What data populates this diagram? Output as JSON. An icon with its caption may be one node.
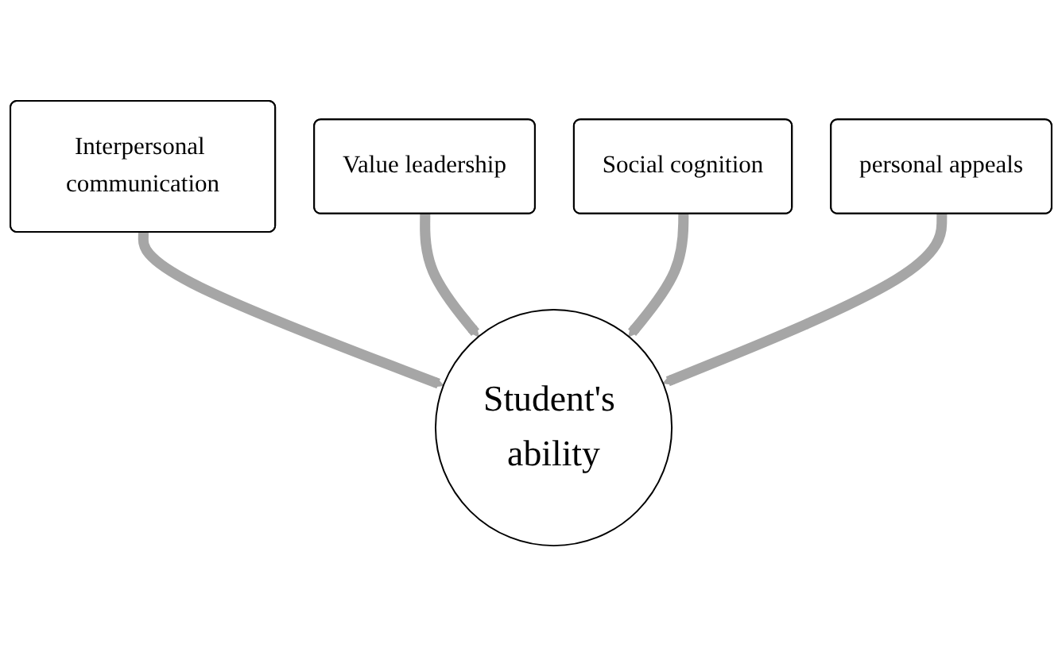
{
  "diagram": {
    "nodes": [
      {
        "text": [
          "Value leadership"
        ]
      },
      {
        "text": [
          "Social cognition"
        ]
      },
      {
        "text": [
          "Interpersonal communication"
        ]
      },
      {
        "text": [
          "personal appeals"
        ]
      },
      {
        "text": [
          "Student's ability"
        ]
      }
    ],
    "edges": [
      {
        "from": 2,
        "to": 4,
        "arrow": "to"
      },
      {
        "from": 0,
        "to": 4,
        "arrow": "to"
      },
      {
        "from": 1,
        "to": 4,
        "arrow": "to"
      },
      {
        "from": 3,
        "to": 4,
        "arrow": "to"
      }
    ]
  }
}
